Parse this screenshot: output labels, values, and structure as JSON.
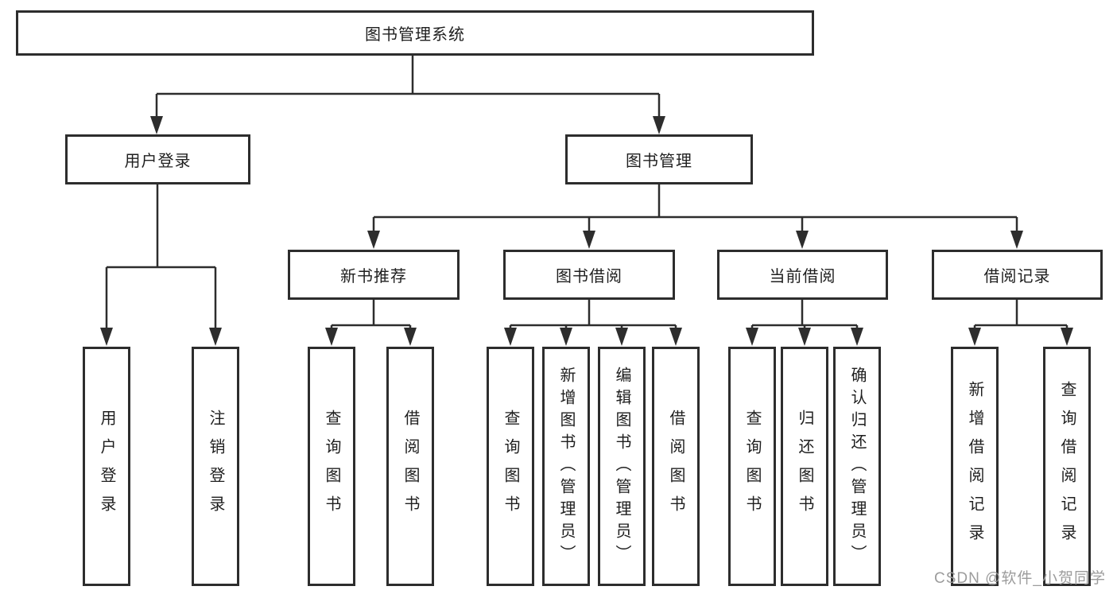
{
  "nodes": {
    "root": "图书管理系统",
    "user_login": "用户登录",
    "book_mgmt": "图书管理",
    "new_book_rec": "新书推荐",
    "book_borrow": "图书借阅",
    "current_borrow": "当前借阅",
    "borrow_record": "借阅记录",
    "leaf_user_login": "用户登录",
    "leaf_logout": "注销登录",
    "leaf_rec_query_book": "查询图书",
    "leaf_rec_borrow_book": "借阅图书",
    "leaf_bb_query_book": "查询图书",
    "leaf_bb_add_book_admin": "新增图书（管理员）",
    "leaf_bb_edit_book_admin": "编辑图书（管理员）",
    "leaf_bb_borrow_book": "借阅图书",
    "leaf_cb_query_book": "查询图书",
    "leaf_cb_return_book": "归还图书",
    "leaf_cb_confirm_return_admin": "确认归还（管理员）",
    "leaf_br_add_record": "新增借阅记录",
    "leaf_br_query_record": "查询借阅记录"
  },
  "watermark": "CSDN @软件_小贺同学",
  "colors": {
    "line": "#2d2d2d",
    "box_border": "#2d2d2d",
    "text": "#1f1f1f",
    "watermark": "#9c9c9c",
    "background": "#ffffff"
  }
}
